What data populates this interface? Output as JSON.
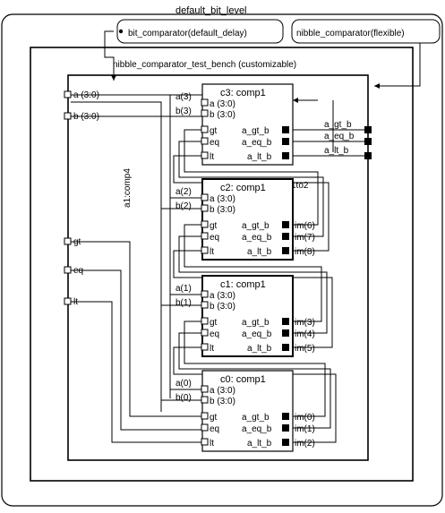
{
  "outer": {
    "title": "default_bit_level"
  },
  "pills": {
    "left": "bit_comparator(default_delay)",
    "right": "nibble_comparator(flexible)"
  },
  "testbench": {
    "title": "nibble_comparator_test_bench (customizable)"
  },
  "comp4": {
    "label": "a1:comp4",
    "tag": "c1to2",
    "ports": [
      "a (3:0)",
      "b (3:0)",
      "gt",
      "eq",
      "lt"
    ]
  },
  "outputs": [
    "a_gt_b",
    "a_eq_b",
    "a_lt_b"
  ],
  "comps": [
    {
      "title": "c3: comp1",
      "in": [
        "a (3:0)",
        "b (3:0)",
        "gt",
        "eq",
        "lt"
      ],
      "out": [
        "a_gt_b",
        "a_eq_b",
        "a_lt_b"
      ],
      "a_sig": "a(3)",
      "b_sig": "b(3)",
      "im": []
    },
    {
      "title": "c2: comp1",
      "in": [
        "a (3:0)",
        "b (3:0)",
        "gt",
        "eq",
        "lt"
      ],
      "out": [
        "a_gt_b",
        "a_eq_b",
        "a_lt_b"
      ],
      "a_sig": "a(2)",
      "b_sig": "b(2)",
      "im": [
        "im(6)",
        "im(7)",
        "im(8)"
      ]
    },
    {
      "title": "c1: comp1",
      "in": [
        "a (3:0)",
        "b (3:0)",
        "gt",
        "eq",
        "lt"
      ],
      "out": [
        "a_gt_b",
        "a_eq_b",
        "a_lt_b"
      ],
      "a_sig": "a(1)",
      "b_sig": "b(1)",
      "im": [
        "im(3)",
        "im(4)",
        "im(5)"
      ]
    },
    {
      "title": "c0: comp1",
      "in": [
        "a (3:0)",
        "b (3:0)",
        "gt",
        "eq",
        "lt"
      ],
      "out": [
        "a_gt_b",
        "a_eq_b",
        "a_lt_b"
      ],
      "a_sig": "a(0)",
      "b_sig": "b(0)",
      "im": [
        "im(0)",
        "im(1)",
        "im(2)"
      ]
    }
  ]
}
